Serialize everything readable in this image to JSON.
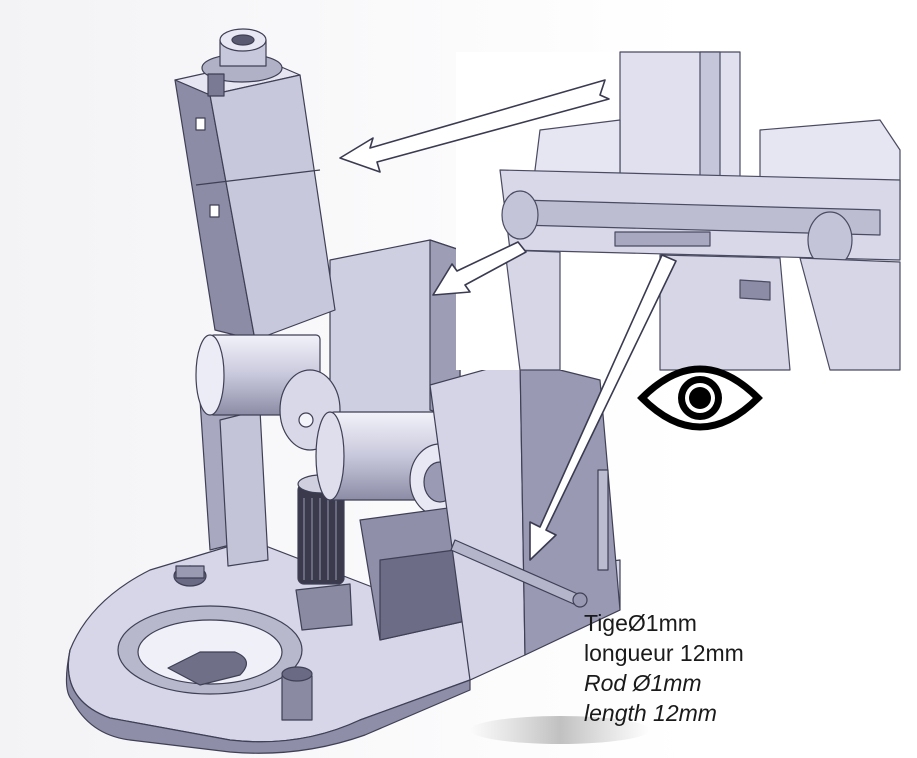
{
  "callout": {
    "fr_line1": "TigeØ1mm",
    "fr_line2": "longueur 12mm",
    "en_line1": "Rod Ø1mm",
    "en_line2": "length 12mm"
  },
  "icons": {
    "eye": "eye-icon",
    "arrows": "white-arrow"
  },
  "colors": {
    "model_fill": "#d4d4e6",
    "model_dark": "#4a4a62",
    "model_light": "#ececf6",
    "arrow_fill": "#ffffff",
    "arrow_stroke": "#3a3a50"
  }
}
